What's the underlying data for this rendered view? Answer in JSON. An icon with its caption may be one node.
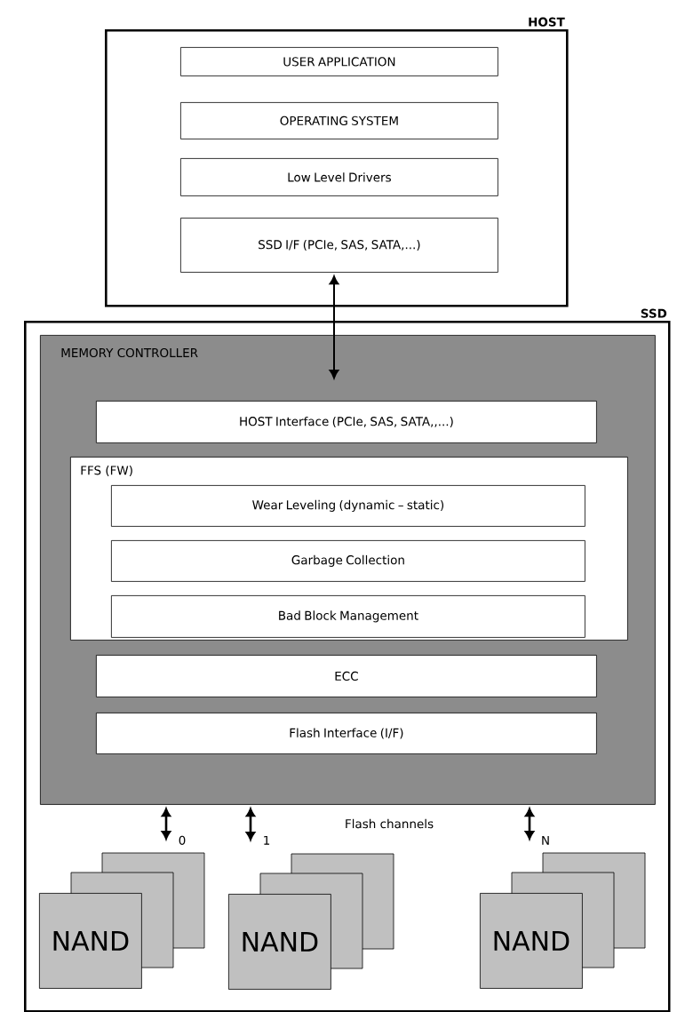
{
  "diagram": {
    "nodes": [
      {
        "text": [
          "HOST"
        ]
      },
      {
        "text": [
          "USER APPLICATION"
        ],
        "in": 0
      },
      {
        "text": [
          "OPERATING SYSTEM"
        ],
        "in": 0
      },
      {
        "text": [
          "Low Level Drivers"
        ],
        "in": 0
      },
      {
        "text": [
          "SSD I/F (PCIe, SAS, SATA,...)"
        ],
        "in": 0
      },
      {
        "text": [
          "SSD"
        ]
      },
      {
        "text": [
          "MEMORY CONTROLLER"
        ],
        "in": 5
      },
      {
        "text": [
          "HOST Interface (PCIe, SAS, SATA,,...)"
        ],
        "in": 6
      },
      {
        "text": [
          "FFS (FW)"
        ],
        "in": 6
      },
      {
        "text": [
          "Wear Leveling (dynamic – static)"
        ],
        "in": 8
      },
      {
        "text": [
          "Garbage Collection"
        ],
        "in": 8
      },
      {
        "text": [
          "Bad Block Management"
        ],
        "in": 8
      },
      {
        "text": [
          "ECC"
        ],
        "in": 6
      },
      {
        "text": [
          "Flash Interface (I/F)"
        ],
        "in": 6
      },
      {
        "text": [
          "NAND"
        ],
        "in": 5
      },
      {
        "text": [
          "NAND"
        ],
        "in": 5
      },
      {
        "text": [
          "NAND"
        ],
        "in": 5
      }
    ],
    "edges": [
      {
        "from": 4,
        "to": 7,
        "arrow": "both"
      },
      {
        "from": 6,
        "to": 14,
        "arrow": "both",
        "label": "0"
      },
      {
        "from": 6,
        "to": 15,
        "arrow": "both",
        "label": "1"
      },
      {
        "from": 6,
        "to": 16,
        "arrow": "both",
        "label": "N"
      }
    ],
    "labels": [
      "Flash channels"
    ]
  }
}
